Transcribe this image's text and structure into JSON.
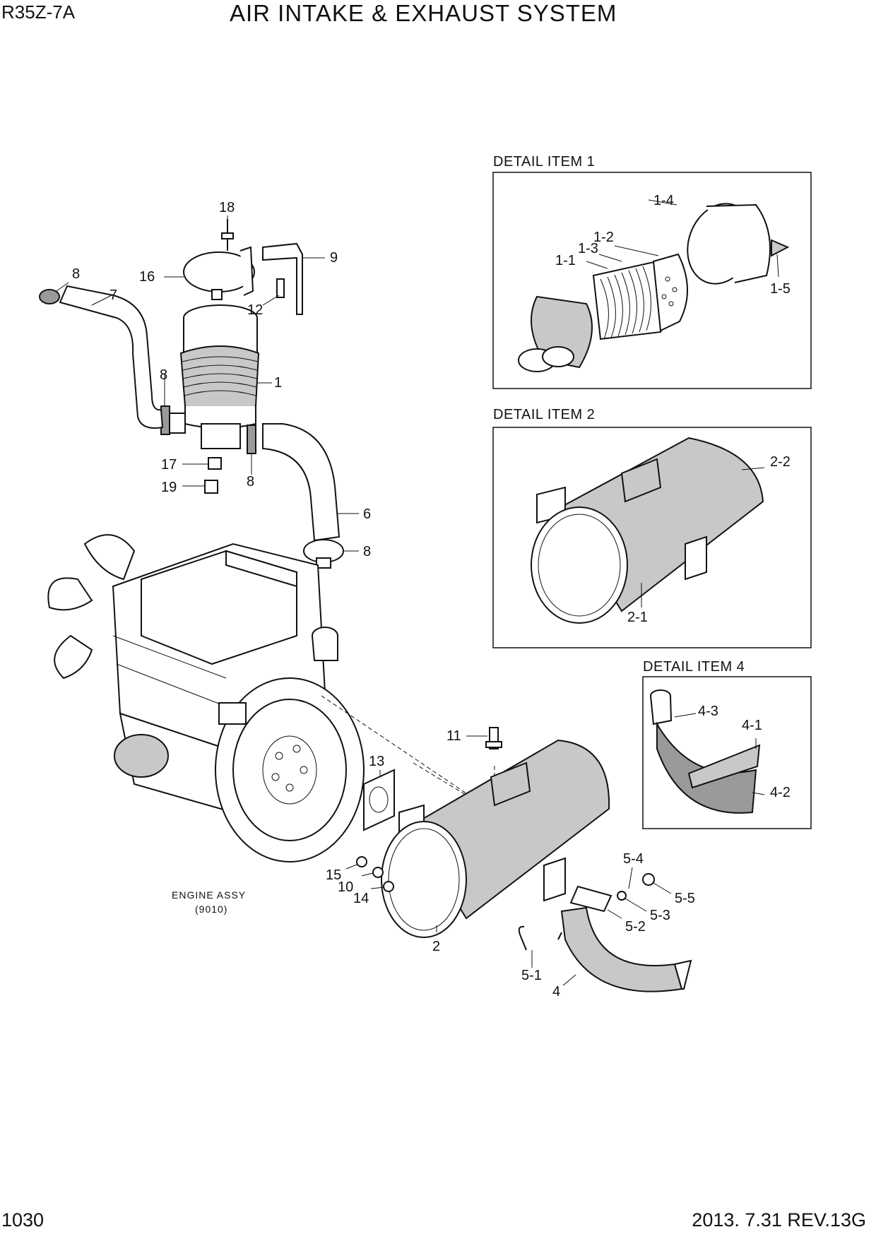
{
  "header": {
    "model": "R35Z-7A",
    "title": "AIR INTAKE & EXHAUST SYSTEM"
  },
  "footer": {
    "page": "1030",
    "revision": "2013. 7.31  REV.13G"
  },
  "details": {
    "item1": "DETAIL ITEM 1",
    "item2": "DETAIL ITEM 2",
    "item4": "DETAIL ITEM 4"
  },
  "engine": {
    "name": "ENGINE ASSY",
    "ref": "(9010)"
  },
  "callouts": {
    "c18": "18",
    "c16": "16",
    "c9": "9",
    "c8a": "8",
    "c7": "7",
    "c12": "12",
    "c8b": "8",
    "c1": "1",
    "c17": "17",
    "c8c": "8",
    "c19": "19",
    "c6": "6",
    "c8d": "8",
    "c11": "11",
    "c13": "13",
    "c15": "15",
    "c10": "10",
    "c14": "14",
    "c2": "2",
    "c5_4": "5-4",
    "c5_5": "5-5",
    "c5_3": "5-3",
    "c5_2": "5-2",
    "c5_1": "5-1",
    "c4": "4",
    "d1_4": "1-4",
    "d1_2": "1-2",
    "d1_3": "1-3",
    "d1_1": "1-1",
    "d1_5": "1-5",
    "d2_2": "2-2",
    "d2_1": "2-1",
    "d4_3": "4-3",
    "d4_1": "4-1",
    "d4_2": "4-2"
  }
}
